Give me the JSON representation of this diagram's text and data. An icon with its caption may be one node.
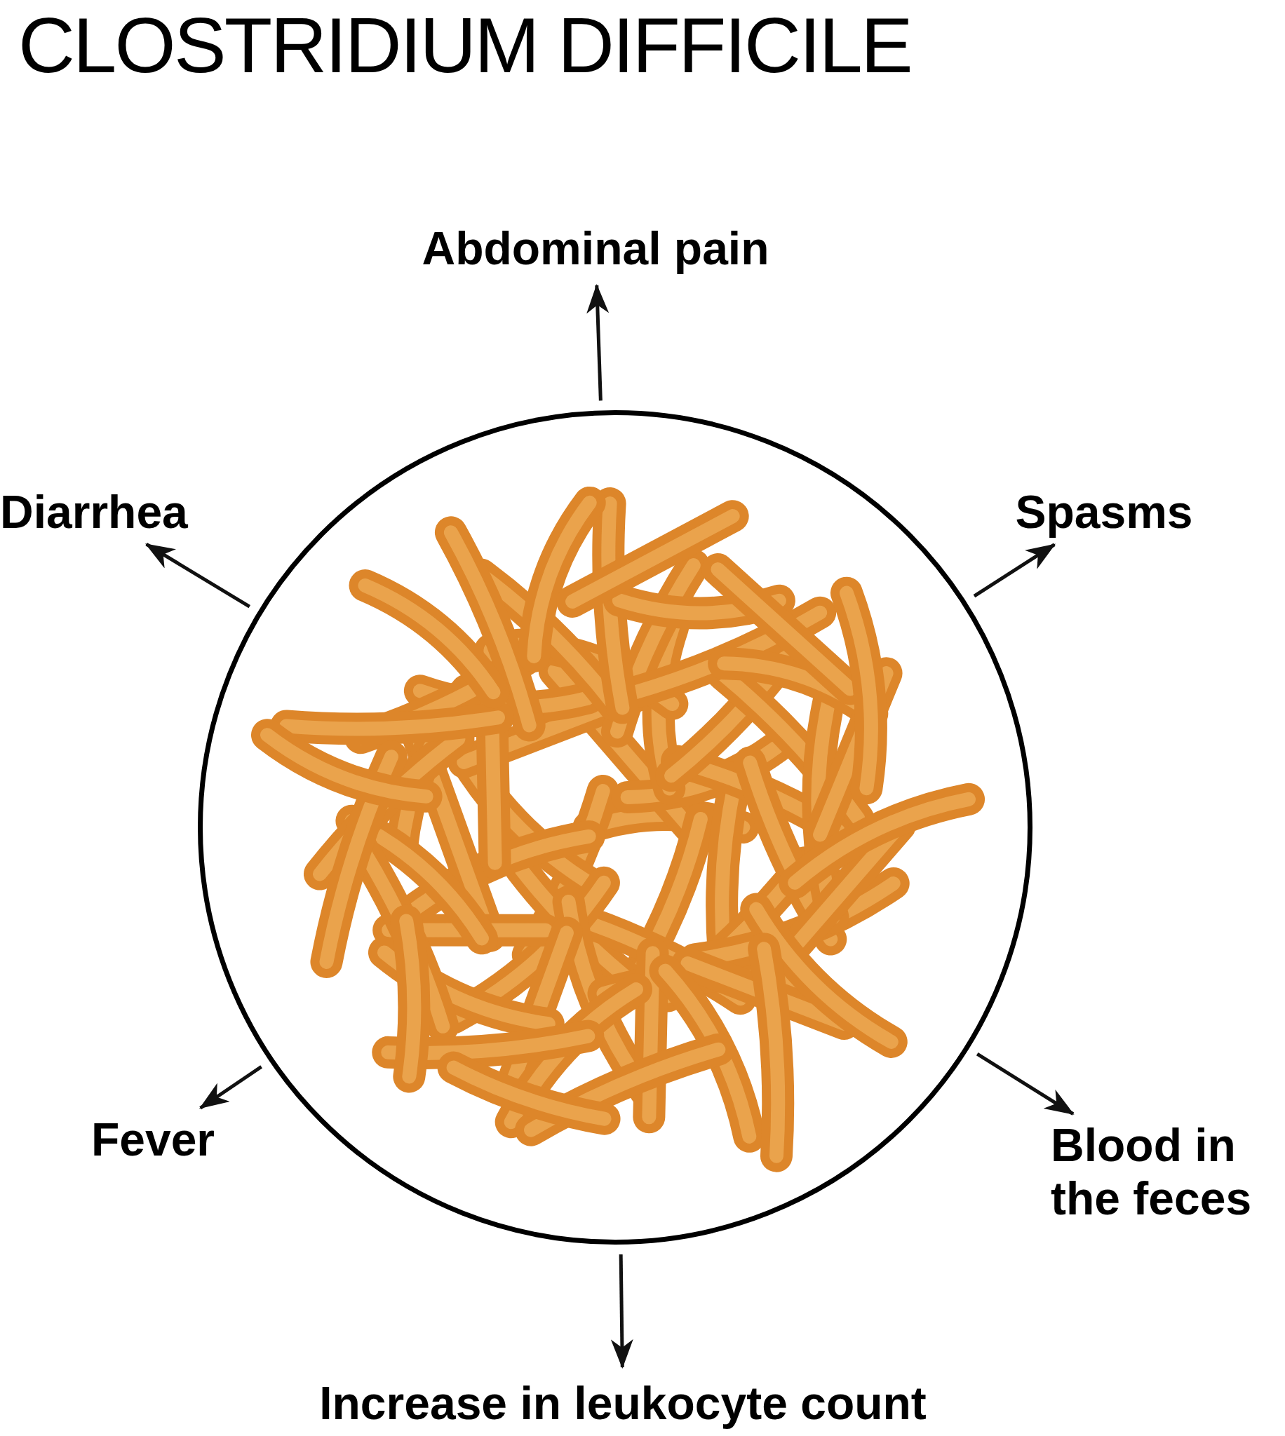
{
  "diagram": {
    "title": "CLOSTRIDIUM DIFFICILE",
    "nodes": [
      {
        "text": [],
        "shape": "circle"
      },
      {
        "text": [
          "Abdominal pain"
        ]
      },
      {
        "text": [
          "Diarrhea"
        ]
      },
      {
        "text": [
          "Spasms"
        ]
      },
      {
        "text": [
          "Fever"
        ]
      },
      {
        "text": [
          "Blood in the feces"
        ]
      },
      {
        "text": [
          "Increase in leukocyte count"
        ]
      }
    ],
    "edges": [
      {
        "from": 0,
        "to": 1,
        "arrow": "to"
      },
      {
        "from": 0,
        "to": 2,
        "arrow": "to"
      },
      {
        "from": 0,
        "to": 3,
        "arrow": "to"
      },
      {
        "from": 0,
        "to": 4,
        "arrow": "to"
      },
      {
        "from": 0,
        "to": 5,
        "arrow": "to"
      },
      {
        "from": 0,
        "to": 6,
        "arrow": "to"
      }
    ]
  }
}
